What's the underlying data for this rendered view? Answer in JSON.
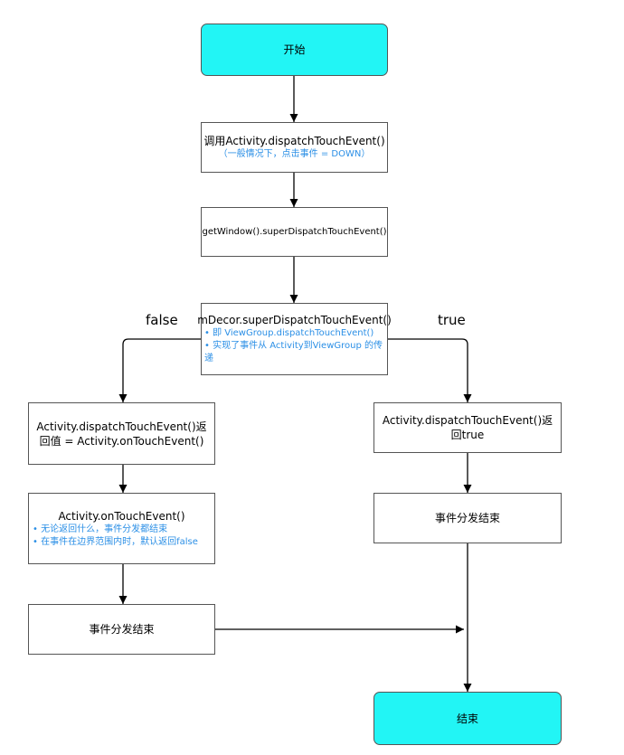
{
  "nodes": {
    "start": "开始",
    "call_activity": {
      "title": "调用Activity.dispatchTouchEvent()",
      "note": "（一般情况下，点击事件 = DOWN）"
    },
    "get_window": "getWindow().superDispatchTouchEvent()",
    "mdecor": {
      "title": "mDecor.superDispatchTouchEvent()",
      "notes": [
        "• 即 ViewGroup.dispatchTouchEvent()",
        "• 实现了事件从 Activity到ViewGroup 的传递"
      ]
    },
    "return_on_touch": "Activity.dispatchTouchEvent()返回值 = Activity.onTouchEvent()",
    "return_true": "Activity.dispatchTouchEvent()返回true",
    "on_touch_event": {
      "title": "Activity.onTouchEvent()",
      "notes": [
        "• 无论返回什么，事件分发都结束",
        "• 在事件在边界范围内时，默认返回false"
      ]
    },
    "event_end_left": "事件分发结束",
    "event_end_right": "事件分发结束",
    "end": "结束"
  },
  "edge_labels": {
    "false": "false",
    "true": "true"
  },
  "colors": {
    "terminal_fill": "#22f5f5",
    "note_text": "#2b8fe6",
    "border": "#555555",
    "arrow": "#000000"
  }
}
